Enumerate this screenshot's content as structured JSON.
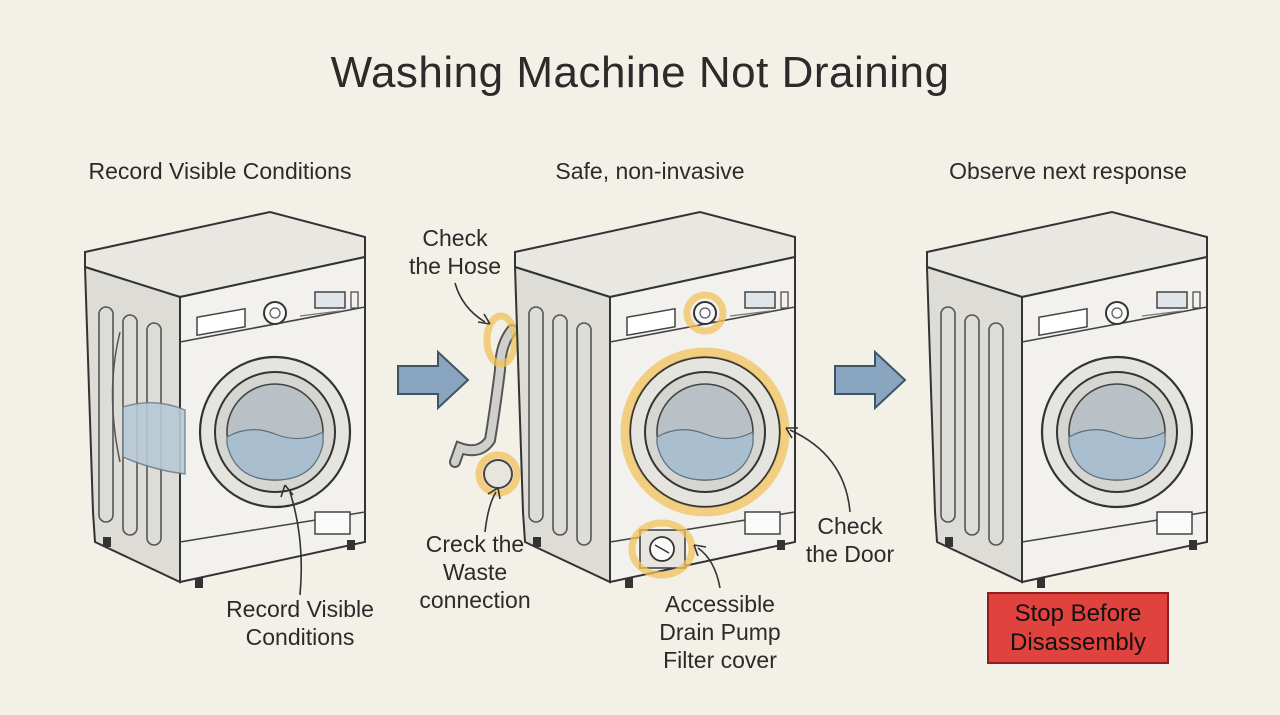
{
  "title": "Washing Machine Not Draining",
  "panels": [
    {
      "heading": "Record Visible Conditions",
      "callout": "Record Visible\nConditions"
    },
    {
      "heading": "Safe, non-invasive"
    },
    {
      "heading": "Observe next response"
    }
  ],
  "callouts": {
    "hose": "Check\nthe Hose",
    "waste": "Creck the\nWaste\nconnection",
    "door": "Check\nthe Door",
    "filter": "Accessible\nDrain Pump\nFilter cover"
  },
  "stop_label": "Stop Before\nDisassembly",
  "colors": {
    "background": "#f3f0e7",
    "highlight": "#f2c25b",
    "arrow": "#8aa5bf",
    "stop": "#e0423d",
    "water": "#b8cad6"
  }
}
